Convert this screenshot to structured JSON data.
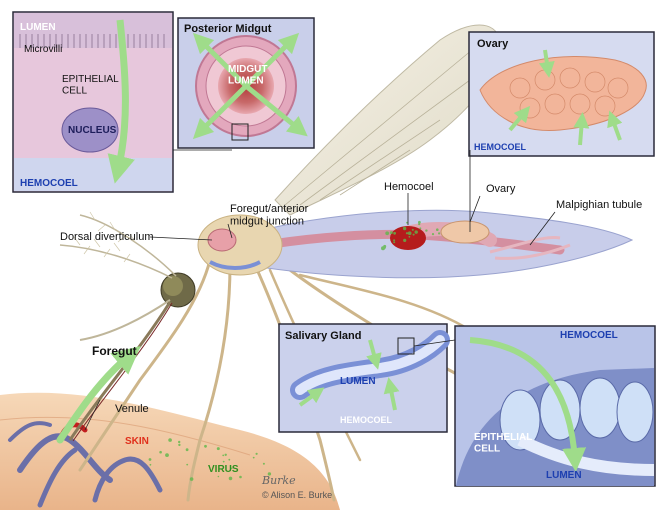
{
  "insets": {
    "epithelium": {
      "lumen": "LUMEN",
      "microvilli": "Microvilli",
      "epithelial_cell": "EPITHELIAL\nCELL",
      "nucleus": "NUCLEUS",
      "hemocoel": "HEMOCOEL"
    },
    "posterior_midgut": {
      "title": "Posterior Midgut",
      "midgut_lumen": "MIDGUT\nLUMEN"
    },
    "ovary": {
      "title": "Ovary",
      "hemocoel": "HEMOCOEL"
    },
    "salivary_gland": {
      "title": "Salivary Gland",
      "lumen": "LUMEN",
      "hemocoel": "HEMOCOEL"
    },
    "salivary_detail": {
      "hemocoel": "HEMOCOEL",
      "epithelial_cell": "EPITHELIAL\nCELL",
      "lumen": "LUMEN"
    }
  },
  "callouts": {
    "hemocoel": "Hemocoel",
    "ovary": "Ovary",
    "malpighian_tubule": "Malpighian tubule",
    "foregut_junction": "Foregut/anterior\nmidgut junction",
    "dorsal_diverticulum": "Dorsal diverticulum",
    "foregut": "Foregut",
    "venule": "Venule",
    "skin": "SKIN",
    "virus": "VIRUS"
  },
  "credit": {
    "signature": "Burke",
    "copyright": "© Alison E. Burke"
  },
  "colors": {
    "inset_border": "#2a2a3a",
    "inset_bg": "#dfe3f2",
    "arrow_green": "#9fdc8a",
    "virus_green": "#5fb84a",
    "hemocoel_blue": "#8fa4d6",
    "gut_pink": "#d48fa0",
    "blood_red": "#c21e1e",
    "skin_tan": "#f0c8a0"
  }
}
